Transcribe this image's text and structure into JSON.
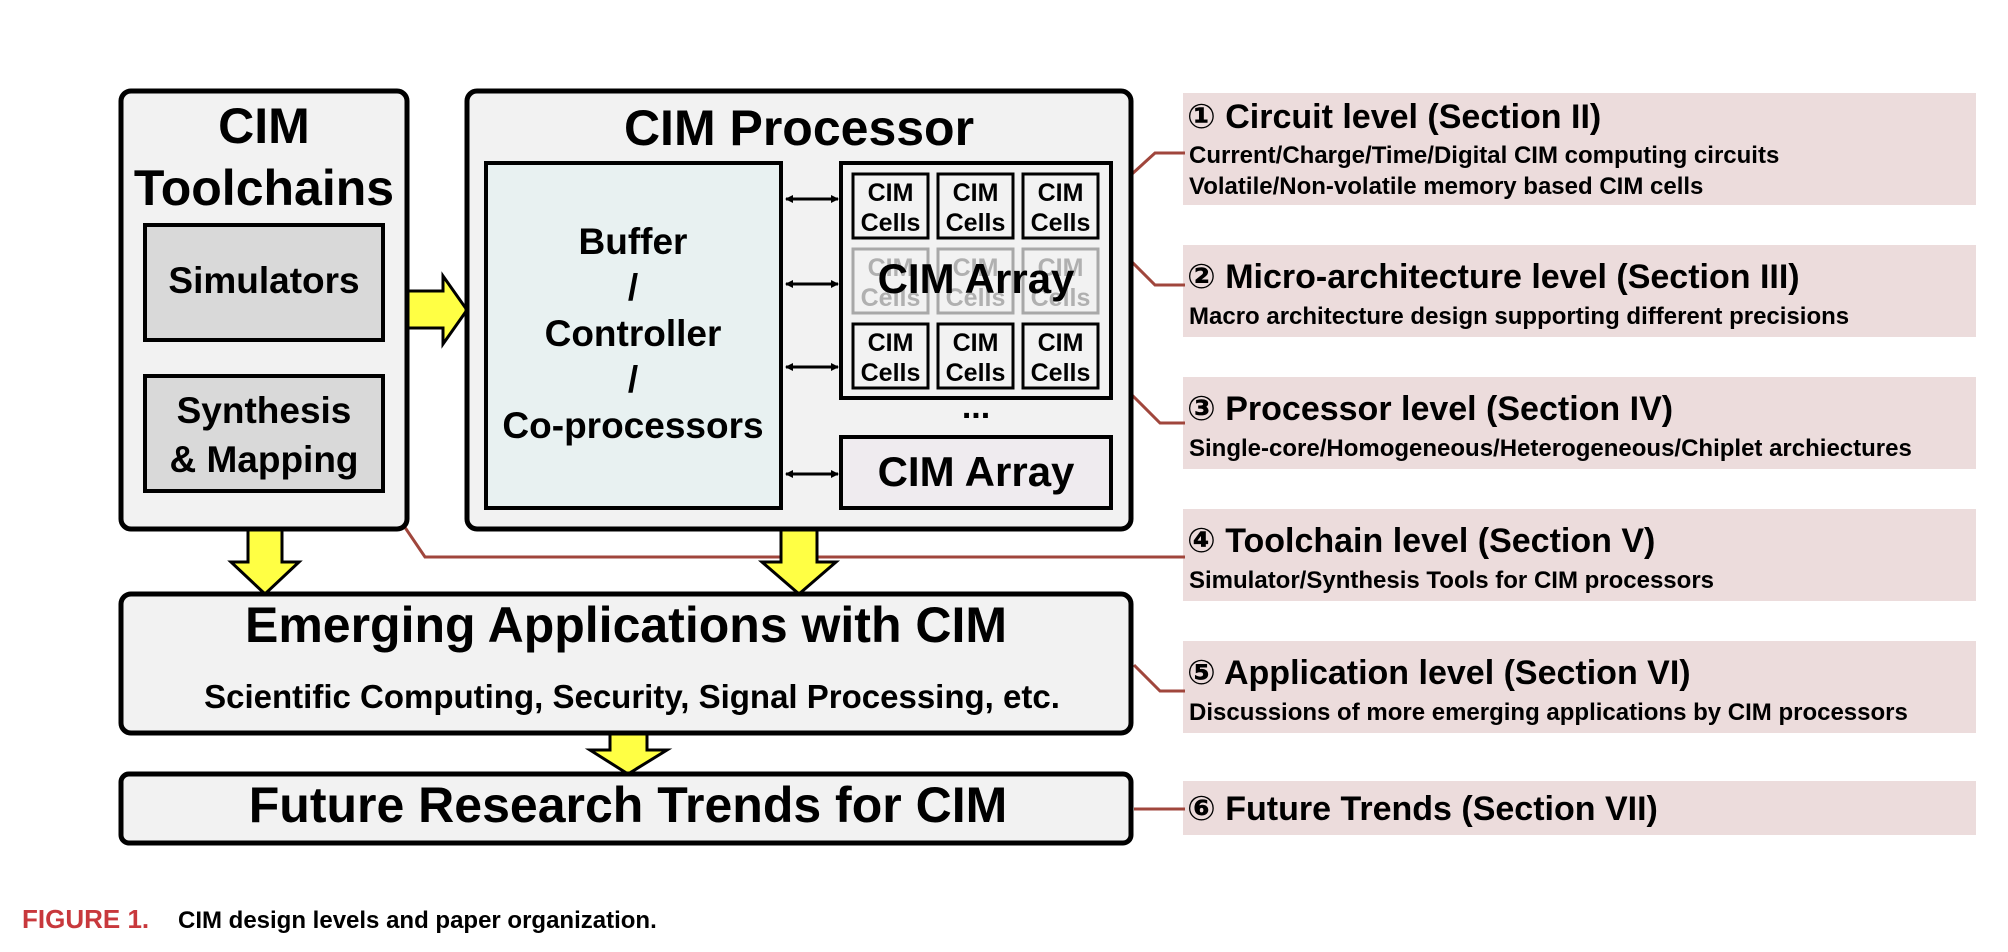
{
  "toolchains": {
    "title_line1": "CIM",
    "title_line2": "Toolchains",
    "simulators": "Simulators",
    "synthesis_line1": "Synthesis",
    "synthesis_line2": "& Mapping"
  },
  "processor": {
    "title": "CIM Processor",
    "buffer_lines": [
      "Buffer",
      "/",
      "Controller",
      "/",
      "Co-processors"
    ],
    "cells_label_1": "CIM",
    "cells_label_2": "Cells",
    "array_overlay": "CIM Array",
    "ellipsis": "...",
    "array_bottom": "CIM Array"
  },
  "applications": {
    "title": "Emerging Applications with CIM",
    "subtitle": "Scientific Computing, Security, Signal Processing, etc."
  },
  "future": {
    "title": "Future Research Trends for CIM"
  },
  "levels": [
    {
      "title": "① Circuit level (Section II)",
      "lines": [
        "Current/Charge/Time/Digital CIM computing circuits",
        "Volatile/Non-volatile memory based CIM cells"
      ]
    },
    {
      "title": "② Micro-architecture level (Section III)",
      "lines": [
        "Macro architecture design supporting different precisions"
      ]
    },
    {
      "title": "③ Processor level (Section IV)",
      "lines": [
        "Single-core/Homogeneous/Heterogeneous/Chiplet archiectures"
      ]
    },
    {
      "title": "④ Toolchain level (Section V)",
      "lines": [
        "Simulator/Synthesis Tools for CIM processors"
      ]
    },
    {
      "title": "⑤ Application level (Section VI)",
      "lines": [
        "Discussions of more emerging applications by CIM processors"
      ]
    },
    {
      "title": "⑥  Future Trends (Section VII)",
      "lines": []
    }
  ],
  "caption": {
    "label": "FIGURE 1.",
    "text": "CIM design levels and paper organization."
  },
  "colors": {
    "box_fill": "#f2f2f2",
    "inner_gray": "#d9d9d9",
    "buffer_fill": "#e8f1f1",
    "label_band": "#ecdcdc",
    "connector": "#a0463c",
    "arrow_yellow": "#ffff44",
    "caption_red": "#c8383c"
  }
}
